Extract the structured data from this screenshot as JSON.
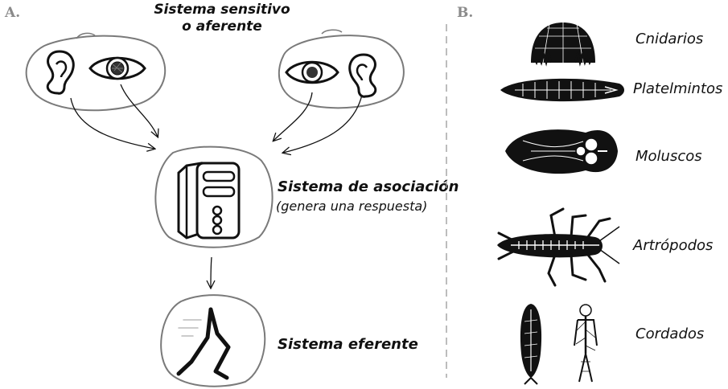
{
  "panel_a": {
    "letter": "A.",
    "sensory_title_line1": "Sistema sensitivo",
    "sensory_title_line2": "o aferente",
    "association_title": "Sistema de asociación",
    "association_subtitle": "(genera una respuesta)",
    "efferent_title": "Sistema eferente"
  },
  "panel_b": {
    "letter": "B.",
    "groups": [
      "Cnidarios",
      "Platelmintos",
      "Moluscos",
      "Artrópodos",
      "Cordados"
    ]
  },
  "colors": {
    "ink": "#111111",
    "bubble_outline": "#7a7a7a",
    "divider": "#999999",
    "letter": "#8a8a8a"
  }
}
